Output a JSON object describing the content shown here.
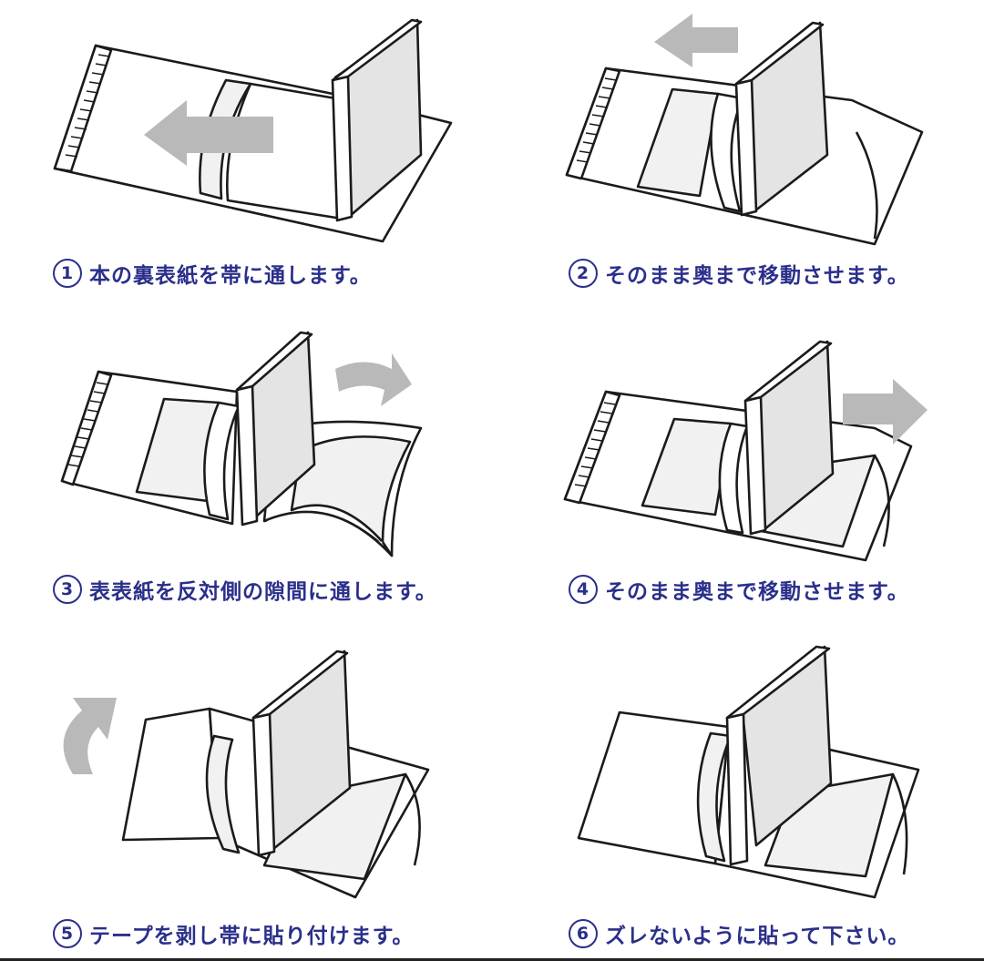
{
  "steps": [
    {
      "number": "1",
      "text": "本の裏表紙を帯に通します。"
    },
    {
      "number": "2",
      "text": "そのまま奥まで移動させます。"
    },
    {
      "number": "3",
      "text": "表表紙を反対側の隙間に通します。"
    },
    {
      "number": "4",
      "text": "そのまま奥まで移動させます。"
    },
    {
      "number": "5",
      "text": "テープを剥し帯に貼り付けます。"
    },
    {
      "number": "6",
      "text": "ズレないように貼って下さい。"
    }
  ],
  "colors": {
    "caption": "#2a2f8a",
    "arrow": "#b9b9b9",
    "line": "#1b1b1b"
  }
}
